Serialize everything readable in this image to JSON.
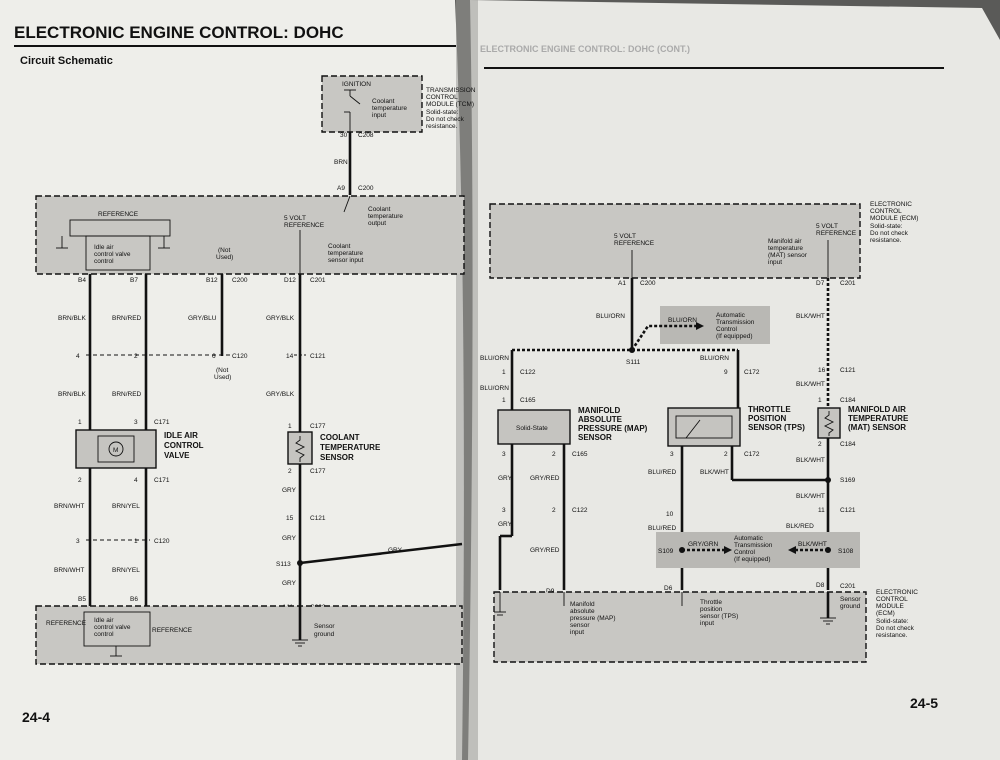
{
  "left_page": {
    "title": "ELECTRONIC ENGINE CONTROL: DOHC",
    "subtitle": "Circuit Schematic",
    "page_number": "24-4",
    "tcm": {
      "ignition": "IGNITION",
      "coolant_input": [
        "Coolant",
        "temperature",
        "input"
      ],
      "module_label": [
        "TRANSMISSION",
        "CONTROL",
        "MODULE (TCM)",
        "Solid-state:",
        "Do not check",
        "resistance."
      ]
    },
    "ecm_top": {
      "reference": "REFERENCE",
      "iac_control": [
        "Idle air",
        "control valve",
        "control"
      ],
      "not_used": [
        "(Not",
        "Used)"
      ],
      "five_volt": [
        "5 VOLT",
        "REFERENCE"
      ],
      "coolant_output": [
        "Coolant",
        "temperature",
        "output"
      ],
      "coolant_sensor_input": [
        "Coolant",
        "temperature",
        "sensor input"
      ]
    },
    "connectors": {
      "c208": "C208",
      "pin30": "30",
      "a9": "A9",
      "c200": "C200",
      "b4": "B4",
      "b7": "B7",
      "b12": "B12",
      "d12": "D12",
      "c201": "C201",
      "c120": "C120",
      "c121": "C121",
      "c171": "C171",
      "c177": "C177",
      "s113": "S113",
      "a11": "A11",
      "b5": "B5",
      "b6": "B6",
      "p4": "4",
      "p2": "2",
      "p6": "6",
      "p14": "14",
      "p1": "1",
      "p3": "3",
      "p15": "15"
    },
    "wires": {
      "brn": "BRN",
      "brn_blk": "BRN/BLK",
      "brn_red": "BRN/RED",
      "gry_blu": "GRY/BLU",
      "gry_blk": "GRY/BLK",
      "brn_wht": "BRN/WHT",
      "brn_yel": "BRN/YEL",
      "gry": "GRY"
    },
    "not_used_2": [
      "(Not",
      "Used)"
    ],
    "iac_valve": [
      "IDLE AIR",
      "CONTROL",
      "VALVE"
    ],
    "coolant_sensor": [
      "COOLANT",
      "TEMPERATURE",
      "SENSOR"
    ],
    "ecm_bottom": {
      "reference": "REFERENCE",
      "iac_control": [
        "Idle air",
        "control valve",
        "control"
      ],
      "sensor_ground": [
        "Sensor",
        "ground"
      ]
    }
  },
  "right_page": {
    "header_faded": "ELECTRONIC ENGINE CONTROL: DOHC (CONT.)",
    "page_number": "24-5",
    "ecm_top": {
      "five_volt_left": [
        "5 VOLT",
        "REFERENCE"
      ],
      "five_volt_right": [
        "5 VOLT",
        "REFERENCE"
      ],
      "mat_input": [
        "Manifold air",
        "temperature",
        "(MAT) sensor",
        "input"
      ],
      "module_label": [
        "ELECTRONIC",
        "CONTROL",
        "MODULE (ECM)",
        "Solid-state:",
        "Do not check",
        "resistance."
      ]
    },
    "connectors": {
      "a1": "A1",
      "c200": "C200",
      "d7": "D7",
      "c201": "C201",
      "s111": "S111",
      "c122": "C122",
      "c165": "C165",
      "c172": "C172",
      "c121": "C121",
      "c184": "C184",
      "s169": "S169",
      "s109": "S109",
      "s108": "S108",
      "d9": "D9",
      "d6": "D6",
      "d8": "D8",
      "p1": "1",
      "p2": "2",
      "p3": "3",
      "p9": "9",
      "p16": "16",
      "p10": "10",
      "p11": "11"
    },
    "wires": {
      "blu_orn": "BLU/ORN",
      "blk_wht": "BLK/WHT",
      "gry": "GRY",
      "gry_red": "GRY/RED",
      "blu_red": "BLU/RED",
      "blk_red": "BLK/RED",
      "gry_grn": "GRY/GRN"
    },
    "atc_top": [
      "Automatic",
      "Transmission",
      "Control",
      "(If equipped)"
    ],
    "atc_bottom": [
      "Automatic",
      "Transmission",
      "Control",
      "(If equipped)"
    ],
    "map_sensor": [
      "MANIFOLD",
      "ABSOLUTE",
      "PRESSURE (MAP)",
      "SENSOR"
    ],
    "solid_state": "Solid-State",
    "tps_sensor": [
      "THROTTLE",
      "POSITION",
      "SENSOR (TPS)"
    ],
    "mat_sensor": [
      "MANIFOLD AIR",
      "TEMPERATURE",
      "(MAT) SENSOR"
    ],
    "ecm_bottom": {
      "map_input": [
        "Manifold",
        "absolute",
        "pressure (MAP)",
        "sensor",
        "input"
      ],
      "tps_input": [
        "Throttle",
        "position",
        "sensor (TPS)",
        "input"
      ],
      "sensor_ground": [
        "Sensor",
        "ground"
      ],
      "module_label": [
        "ELECTRONIC",
        "CONTROL",
        "MODULE",
        "(ECM)",
        "Solid-state:",
        "Do not check",
        "resistance."
      ]
    }
  }
}
